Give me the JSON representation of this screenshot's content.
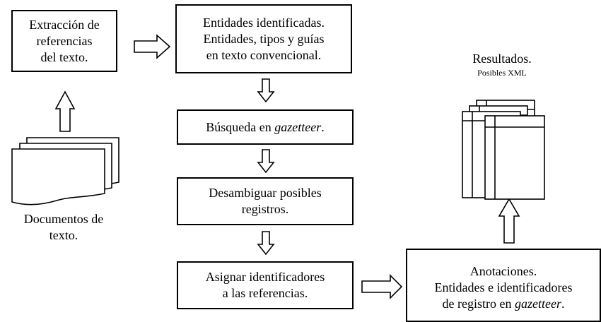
{
  "extract_box": {
    "lines": [
      "Extracción de",
      "referencias",
      "del texto."
    ]
  },
  "entities_box": {
    "lines": [
      "Entidades identificadas.",
      "Entidades, tipos y guías",
      "en texto convencional."
    ]
  },
  "search_box": {
    "text": "Búsqueda en ",
    "italic": "gazetteer",
    "suffix": "."
  },
  "disambiguate_box": {
    "lines": [
      "Desambiguar posibles",
      "registros."
    ]
  },
  "assign_box": {
    "lines": [
      "Asignar identificadores",
      "a las referencias."
    ]
  },
  "annotations_box": {
    "line1": "Anotaciones.",
    "line2": "Entidades e identificadores",
    "line3_prefix": "de registro en ",
    "line3_italic": "gazetteer",
    "line3_suffix": "."
  },
  "documents_label": {
    "lines": [
      "Documentos de",
      "texto."
    ]
  },
  "results_label": {
    "title": "Resultados.",
    "subtitle": "Posibles XML"
  }
}
